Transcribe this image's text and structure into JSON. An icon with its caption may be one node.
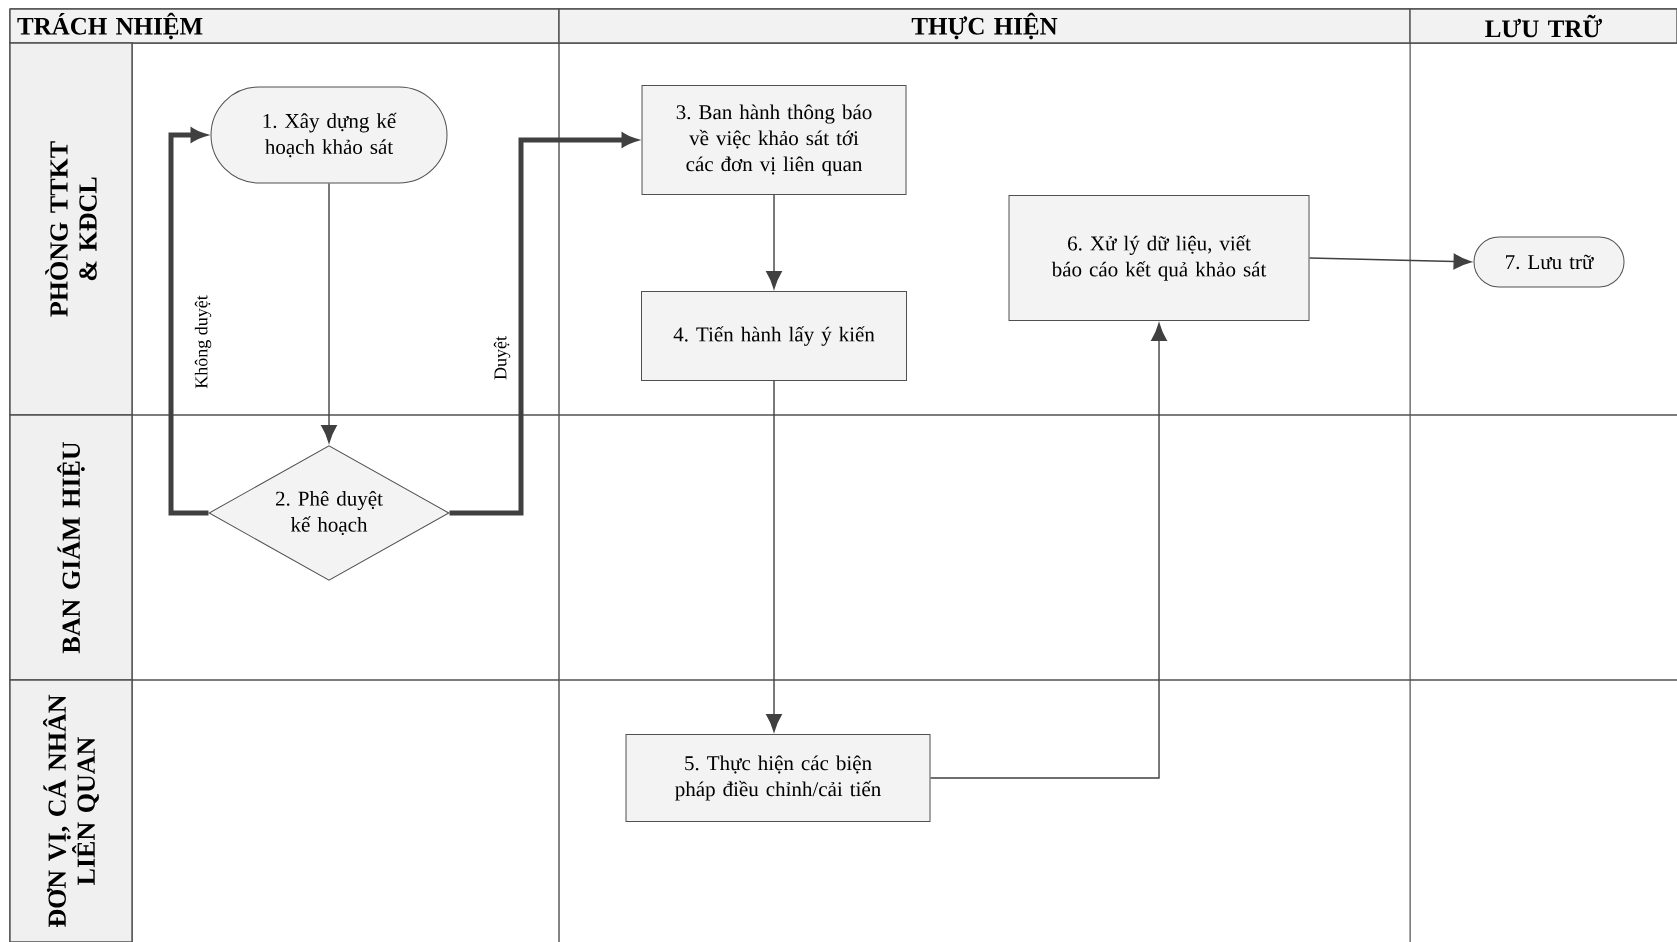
{
  "diagram": {
    "nodes": [
      {
        "text": [
          "TRÁCH NHIỆM"
        ]
      },
      {
        "text": [
          "THỰC HIỆN"
        ]
      },
      {
        "text": [
          "LƯU TRỮ"
        ]
      },
      {
        "text": [
          "PHÒNG TTKT & KĐCL"
        ]
      },
      {
        "text": [
          "BAN GIÁM HIỆU"
        ]
      },
      {
        "text": [
          "ĐƠN VỊ, CÁ NHÂN LIÊN QUAN"
        ]
      },
      {
        "text": [
          "1. Xây dựng kế hoạch khảo sát"
        ]
      },
      {
        "text": [
          "2. Phê duyệt kế hoạch"
        ]
      },
      {
        "text": [
          "3. Ban hành thông báo về việc khảo sát tới các đơn vị liên quan"
        ]
      },
      {
        "text": [
          "4. Tiến hành lấy ý kiến"
        ]
      },
      {
        "text": [
          "5. Thực hiện các biện pháp điều chỉnh/cải tiến"
        ]
      },
      {
        "text": [
          "6. Xử lý dữ liệu, viết báo cáo kết quả khảo sát"
        ]
      },
      {
        "text": [
          "7. Lưu trữ"
        ]
      }
    ],
    "edges": [
      {
        "from": 6,
        "to": 7,
        "arrow": "to"
      },
      {
        "from": 7,
        "to": 6,
        "arrow": "to",
        "label": "Không duyệt",
        "style": "thick"
      },
      {
        "from": 7,
        "to": 8,
        "arrow": "to",
        "label": "Duyệt",
        "style": "thick"
      },
      {
        "from": 8,
        "to": 9,
        "arrow": "to"
      },
      {
        "from": 9,
        "to": 10,
        "arrow": "to"
      },
      {
        "from": 10,
        "to": 11,
        "arrow": "to"
      },
      {
        "from": 11,
        "to": 12,
        "arrow": "to"
      }
    ]
  }
}
